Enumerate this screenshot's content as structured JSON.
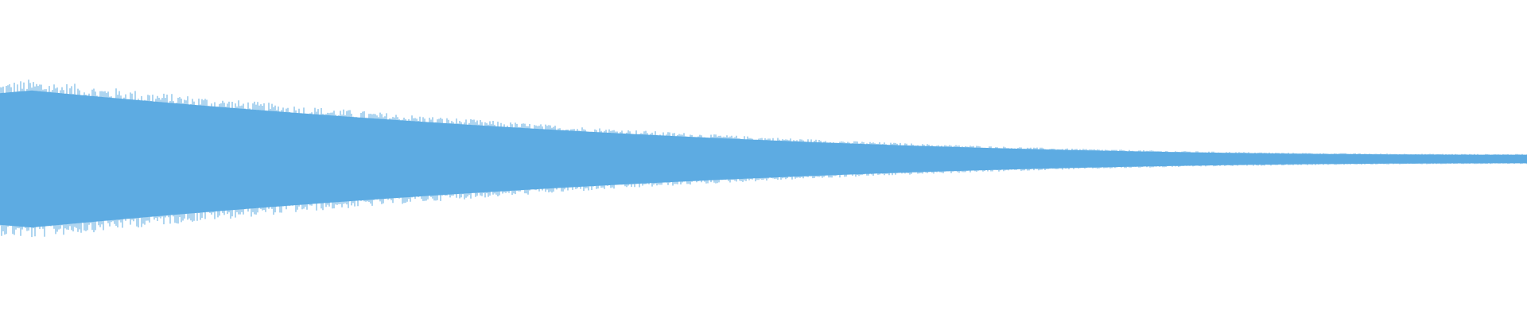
{
  "waveform": {
    "color": "#5DABE2",
    "background": "#ffffff",
    "envelope": {
      "peak_amplitude": 1.0,
      "end_amplitude": 0.06,
      "shape": "exponential-decay"
    }
  }
}
